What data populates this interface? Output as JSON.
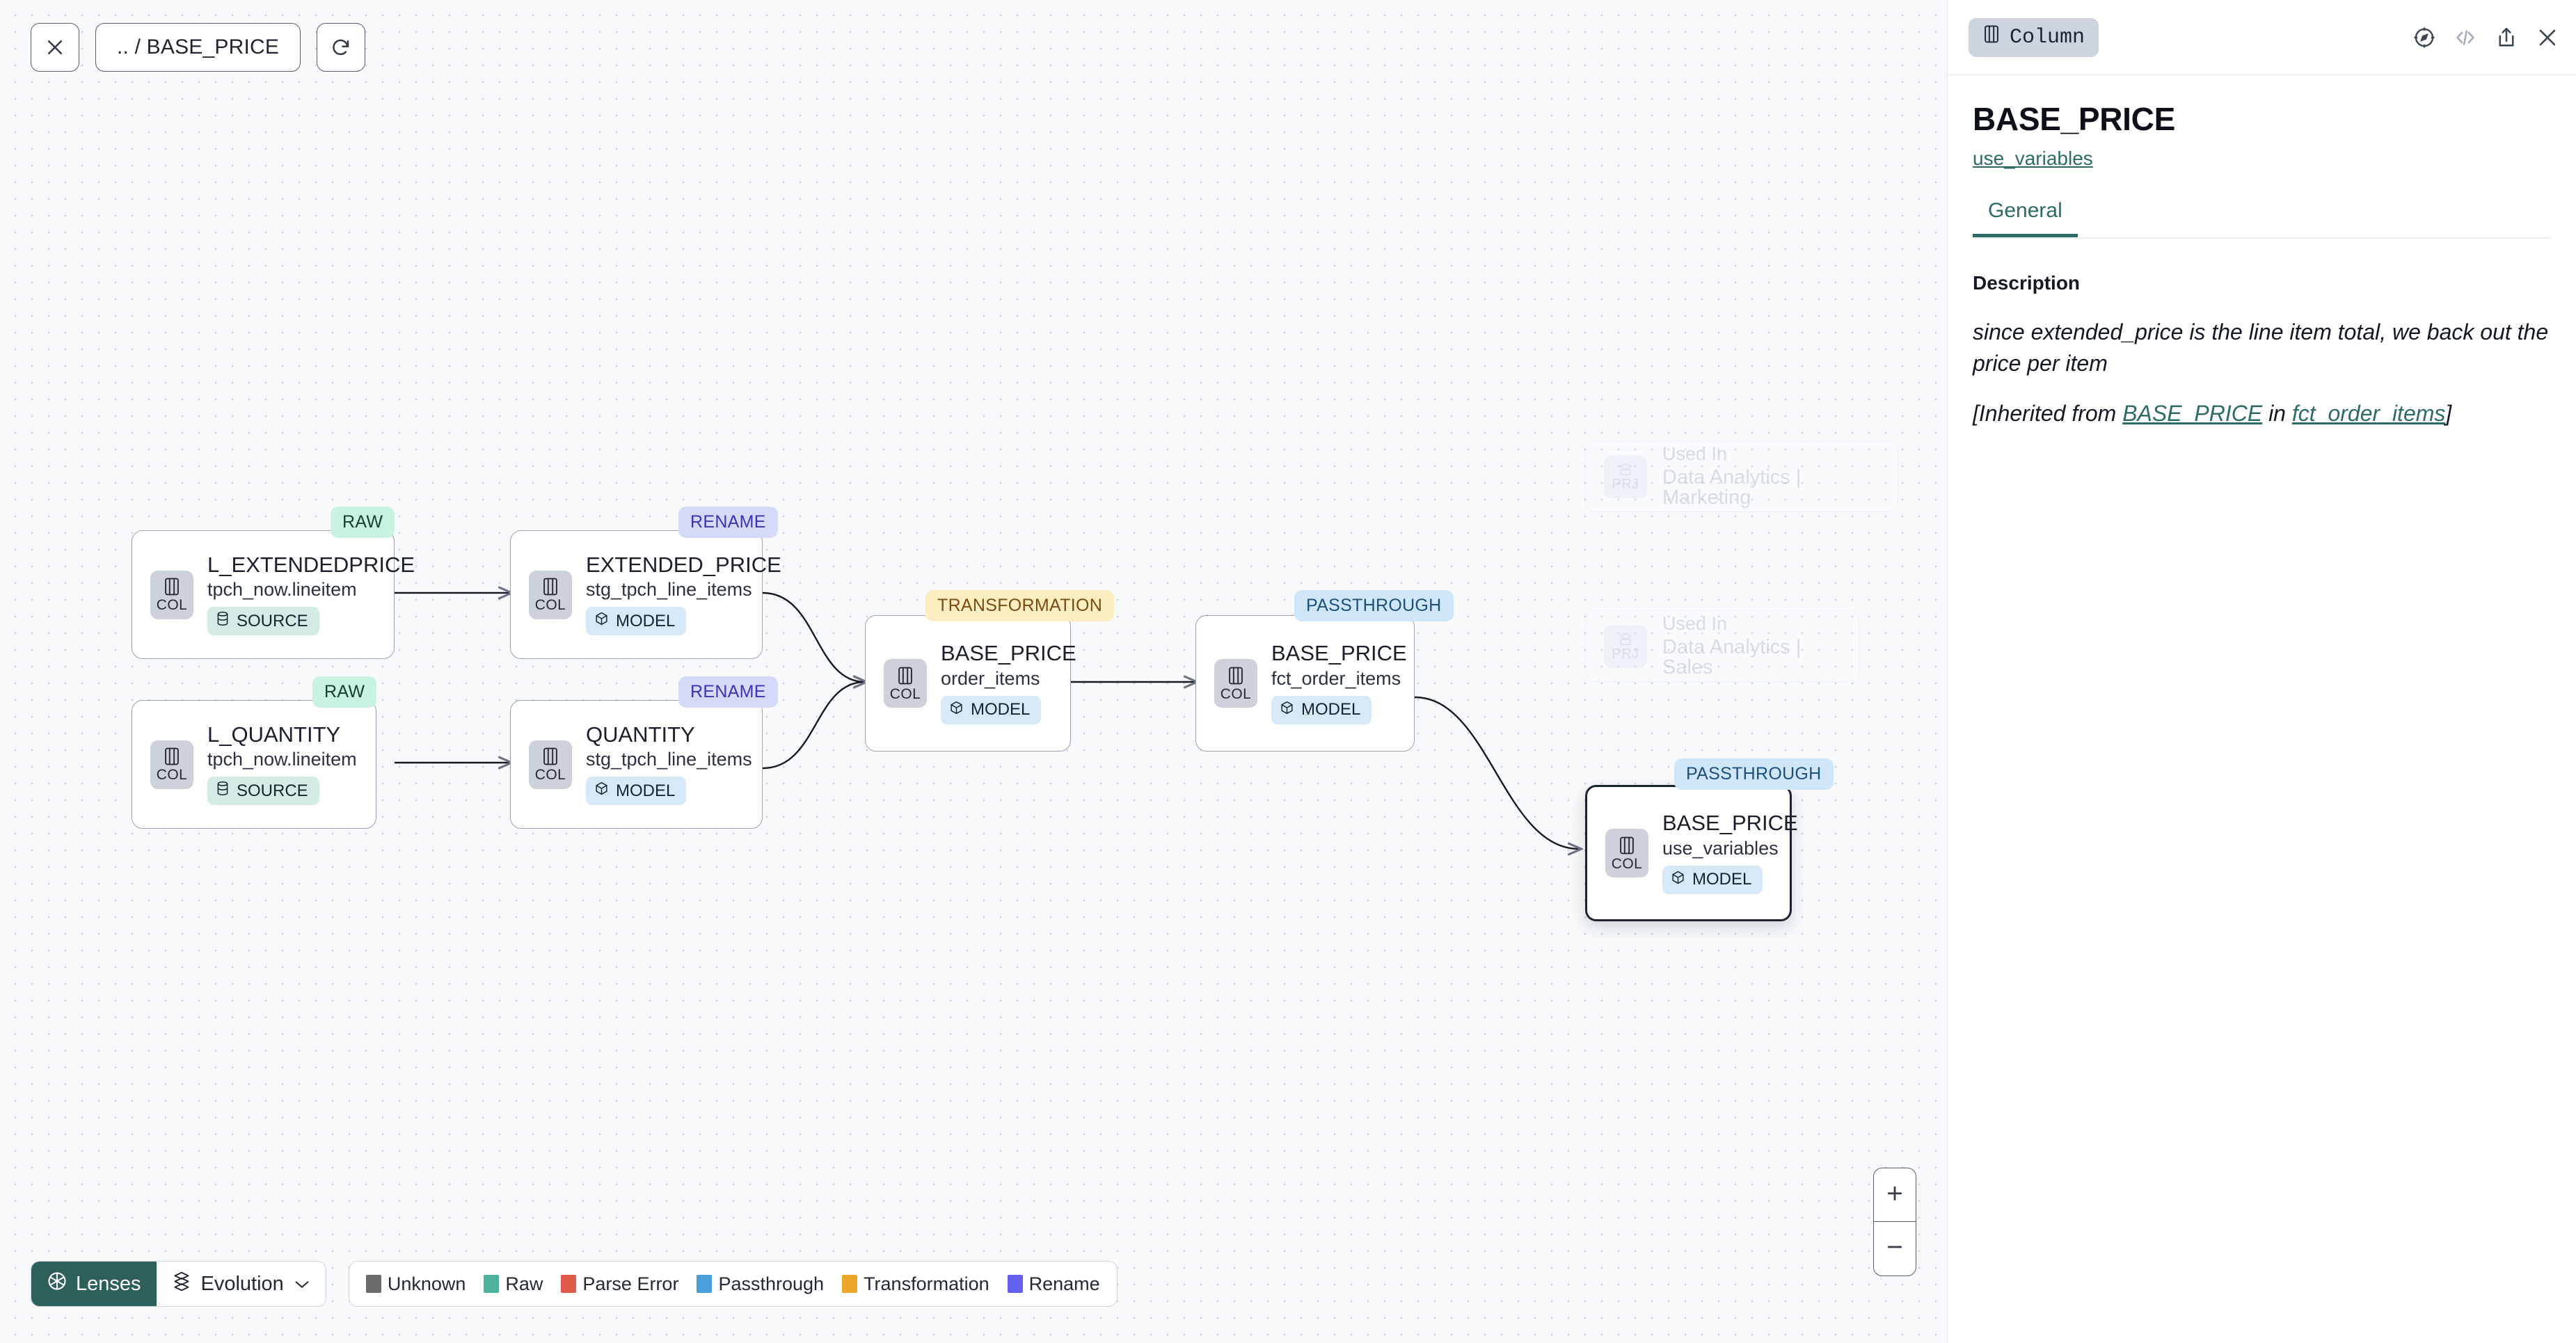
{
  "toolbar": {
    "close_icon": "close-icon",
    "path_label": ".. / BASE_PRICE",
    "refresh_icon": "refresh-icon"
  },
  "graph": {
    "nodes": [
      {
        "id": "l_extendedprice",
        "title": "L_EXTENDEDPRICE",
        "sub": "tpch_now.lineitem",
        "chip": "SOURCE",
        "chip_kind": "source",
        "icon": "COL",
        "badge": "RAW",
        "badge_kind": "raw",
        "selected": false
      },
      {
        "id": "l_quantity",
        "title": "L_QUANTITY",
        "sub": "tpch_now.lineitem",
        "chip": "SOURCE",
        "chip_kind": "source",
        "icon": "COL",
        "badge": "RAW",
        "badge_kind": "raw",
        "selected": false
      },
      {
        "id": "extended_price",
        "title": "EXTENDED_PRICE",
        "sub": "stg_tpch_line_items",
        "chip": "MODEL",
        "chip_kind": "model",
        "icon": "COL",
        "badge": "RENAME",
        "badge_kind": "rename",
        "selected": false
      },
      {
        "id": "quantity",
        "title": "QUANTITY",
        "sub": "stg_tpch_line_items",
        "chip": "MODEL",
        "chip_kind": "model",
        "icon": "COL",
        "badge": "RENAME",
        "badge_kind": "rename",
        "selected": false
      },
      {
        "id": "order_items",
        "title": "BASE_PRICE",
        "sub": "order_items",
        "chip": "MODEL",
        "chip_kind": "model",
        "icon": "COL",
        "badge": "TRANSFORMATION",
        "badge_kind": "transformation",
        "selected": false
      },
      {
        "id": "fct_order_items",
        "title": "BASE_PRICE",
        "sub": "fct_order_items",
        "chip": "MODEL",
        "chip_kind": "model",
        "icon": "COL",
        "badge": "PASSTHROUGH",
        "badge_kind": "passthrough",
        "selected": false
      },
      {
        "id": "use_variables",
        "title": "BASE_PRICE",
        "sub": "use_variables",
        "chip": "MODEL",
        "chip_kind": "model",
        "icon": "COL",
        "badge": "PASSTHROUGH",
        "badge_kind": "passthrough",
        "selected": true
      }
    ],
    "ghost_nodes": [
      {
        "id": "marketing",
        "icon": "PRJ",
        "line1": "Used In",
        "line2": "Data Analytics | Marketing"
      },
      {
        "id": "sales",
        "icon": "PRJ",
        "line1": "Used In",
        "line2": "Data Analytics | Sales"
      }
    ]
  },
  "bottom": {
    "lenses_label": "Lenses",
    "evolution_label": "Evolution",
    "legend": [
      {
        "label": "Unknown",
        "color": "#6b6b6b"
      },
      {
        "label": "Raw",
        "color": "#4cb39a"
      },
      {
        "label": "Parse Error",
        "color": "#e05a4e"
      },
      {
        "label": "Passthrough",
        "color": "#4a9eda"
      },
      {
        "label": "Transformation",
        "color": "#eba828"
      },
      {
        "label": "Rename",
        "color": "#6460ef"
      }
    ],
    "zoom_in": "+",
    "zoom_out": "−"
  },
  "panel": {
    "type_label": "Column",
    "column_name": "BASE_PRICE",
    "parent_model": "use_variables",
    "tab_general": "General",
    "description_label": "Description",
    "description_text": "since extended_price is the line item total, we back out the price per item",
    "inherited_prefix": "[Inherited from ",
    "inherited_column": "BASE_PRICE",
    "inherited_mid": " in ",
    "inherited_model": "fct_order_items",
    "inherited_suffix": "]"
  }
}
